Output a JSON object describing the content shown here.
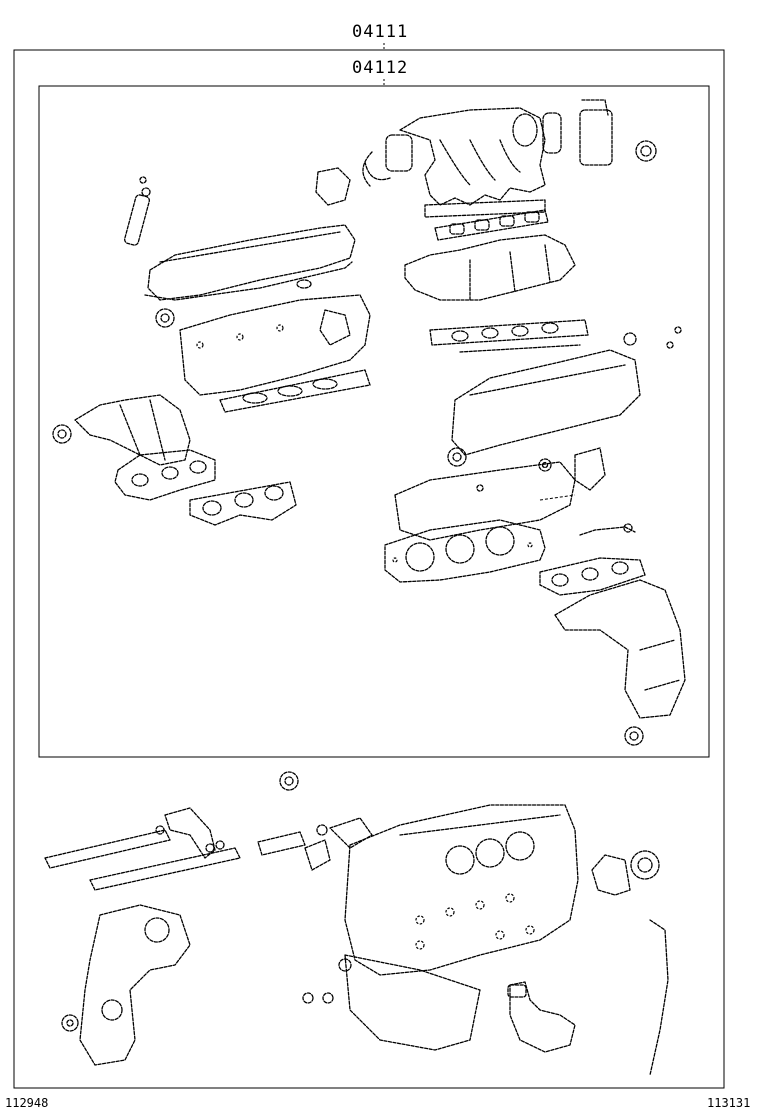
{
  "diagram": {
    "outer_kit_label": "04111",
    "inner_kit_label": "04112"
  },
  "footer": {
    "left_code": "112948",
    "right_code": "113131"
  },
  "icons": {
    "engine_block": "engine-block-icon",
    "intake_manifold": "intake-manifold-icon",
    "cylinder_head": "cylinder-head-icon",
    "head_gasket": "head-gasket-icon",
    "exhaust_manifold": "exhaust-manifold-icon",
    "valve_cover": "valve-cover-icon",
    "fuel_rail": "fuel-rail-icon",
    "oil_strainer": "oil-strainer-icon",
    "oil_seal": "oil-seal-icon"
  }
}
